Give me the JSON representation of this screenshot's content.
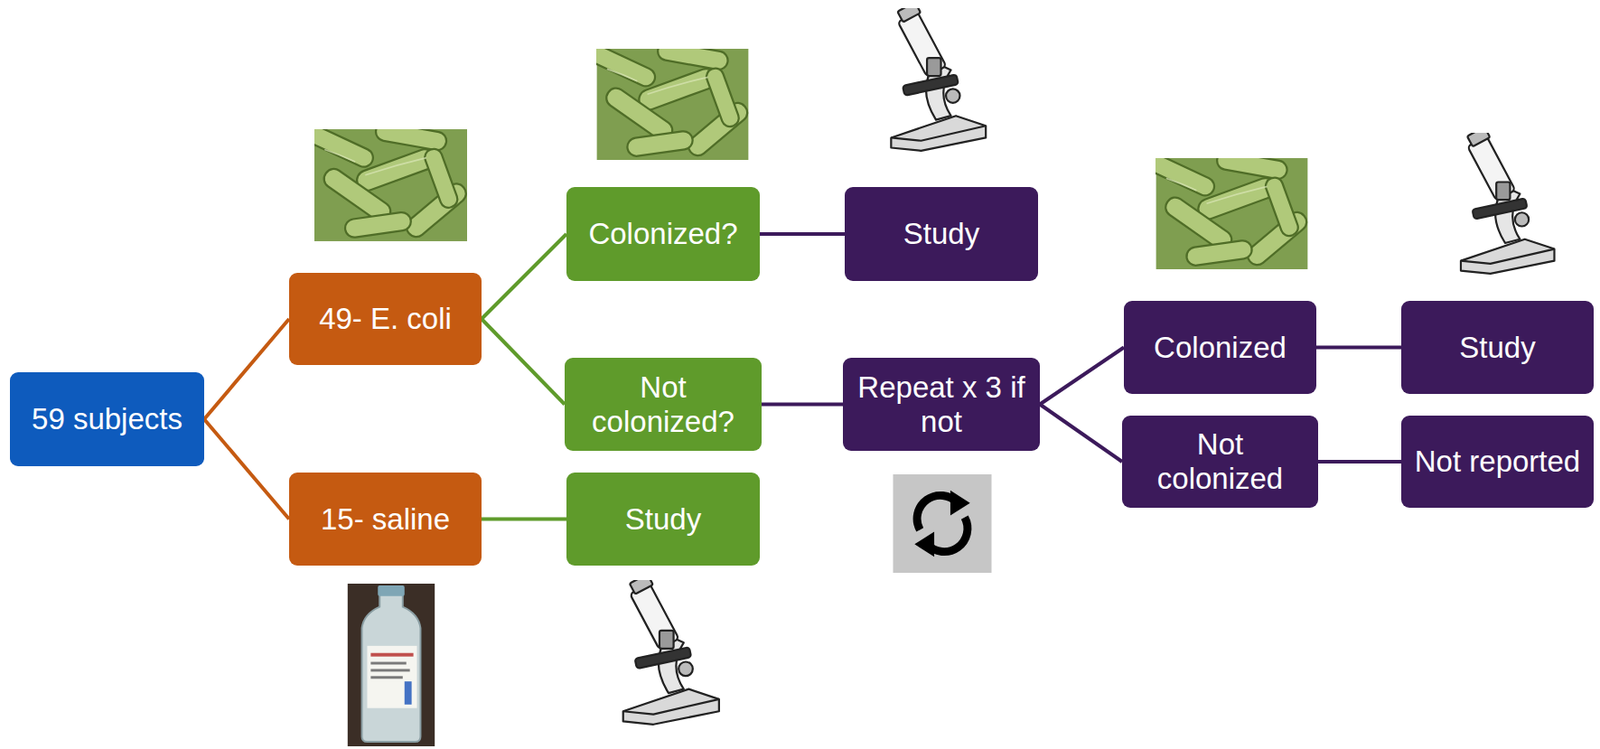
{
  "diagram": {
    "nodes": [
      {
        "text": [
          "59 subjects"
        ]
      },
      {
        "text": [
          "49- E. coli"
        ]
      },
      {
        "text": [
          "15- saline"
        ]
      },
      {
        "text": [
          "Colonized?"
        ]
      },
      {
        "text": [
          "Not colonized?"
        ]
      },
      {
        "text": [
          "Study"
        ]
      },
      {
        "text": [
          "Study"
        ]
      },
      {
        "text": [
          "Repeat x 3 if not"
        ]
      },
      {
        "text": [
          "Colonized"
        ]
      },
      {
        "text": [
          "Not colonized"
        ]
      },
      {
        "text": [
          "Study"
        ]
      },
      {
        "text": [
          "Not reported"
        ]
      }
    ],
    "edges": [
      {
        "from": 0,
        "to": 1,
        "arrow": "none"
      },
      {
        "from": 0,
        "to": 2,
        "arrow": "none"
      },
      {
        "from": 1,
        "to": 3,
        "arrow": "none"
      },
      {
        "from": 1,
        "to": 4,
        "arrow": "none"
      },
      {
        "from": 2,
        "to": 5,
        "arrow": "none"
      },
      {
        "from": 3,
        "to": 6,
        "arrow": "none"
      },
      {
        "from": 4,
        "to": 7,
        "arrow": "none"
      },
      {
        "from": 7,
        "to": 8,
        "arrow": "none"
      },
      {
        "from": 7,
        "to": 9,
        "arrow": "none"
      },
      {
        "from": 8,
        "to": 10,
        "arrow": "none"
      },
      {
        "from": 9,
        "to": 11,
        "arrow": "none"
      }
    ]
  }
}
